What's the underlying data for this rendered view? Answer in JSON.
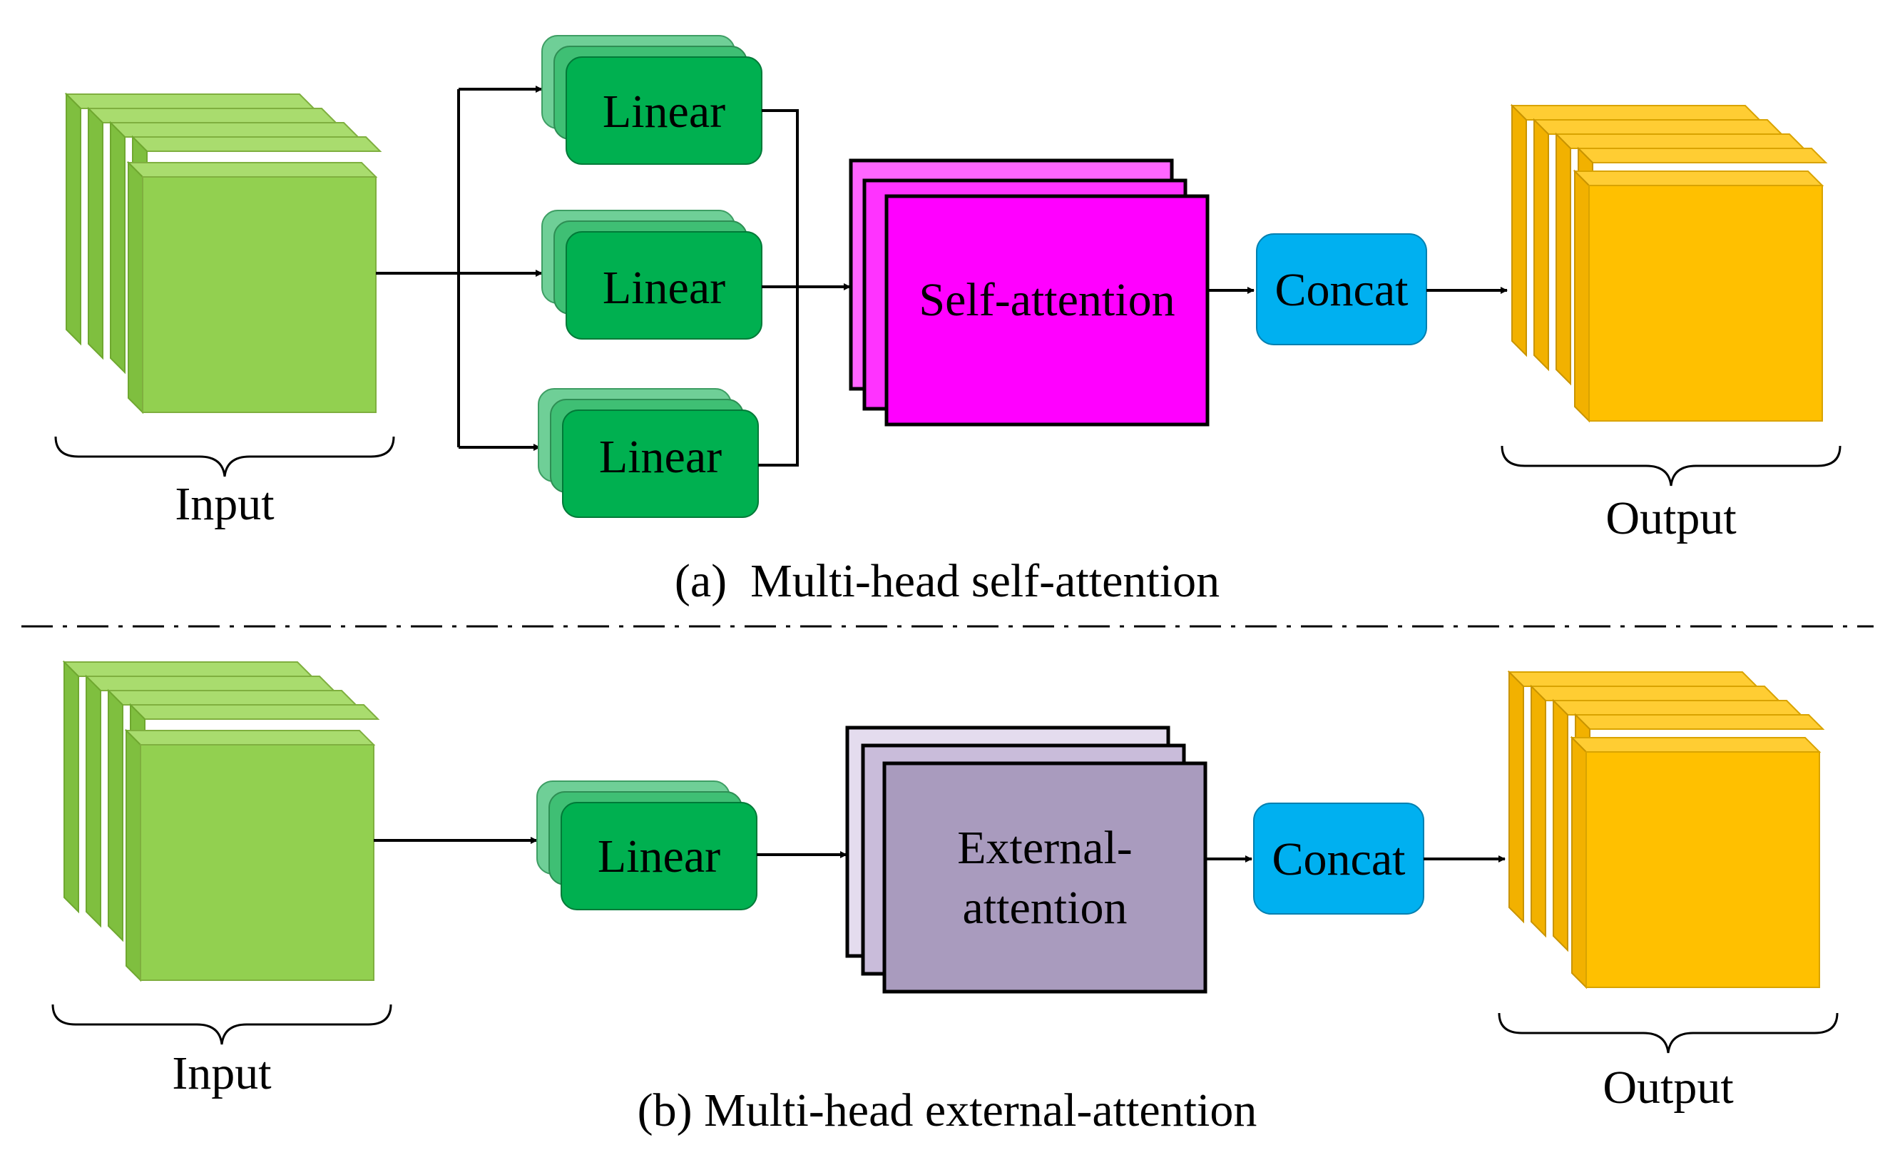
{
  "panel_a": {
    "input_label": "Input",
    "linear_labels": [
      "Linear",
      "Linear",
      "Linear"
    ],
    "attention_label": "Self-attention",
    "concat_label": "Concat",
    "output_label": "Output",
    "caption": "(a)  Multi-head self-attention"
  },
  "panel_b": {
    "input_label": "Input",
    "linear_label": "Linear",
    "attention_label_line1": "External-",
    "attention_label_line2": "attention",
    "concat_label": "Concat",
    "output_label": "Output",
    "caption": "(b) Multi-head external-attention"
  },
  "colors": {
    "input_face": "#92D050",
    "input_side": "#7FBF3F",
    "linear_fill": "#00B050",
    "linear_back": "#6FCF97",
    "self_attention_fill": "#FF00FF",
    "self_attention_back": "#FF66FF",
    "external_attention_fill": "#A99BBE",
    "external_attention_back": "#D8CFE4",
    "concat_fill": "#00B0F0",
    "output_face": "#FFC000",
    "output_side": "#F2B100"
  }
}
